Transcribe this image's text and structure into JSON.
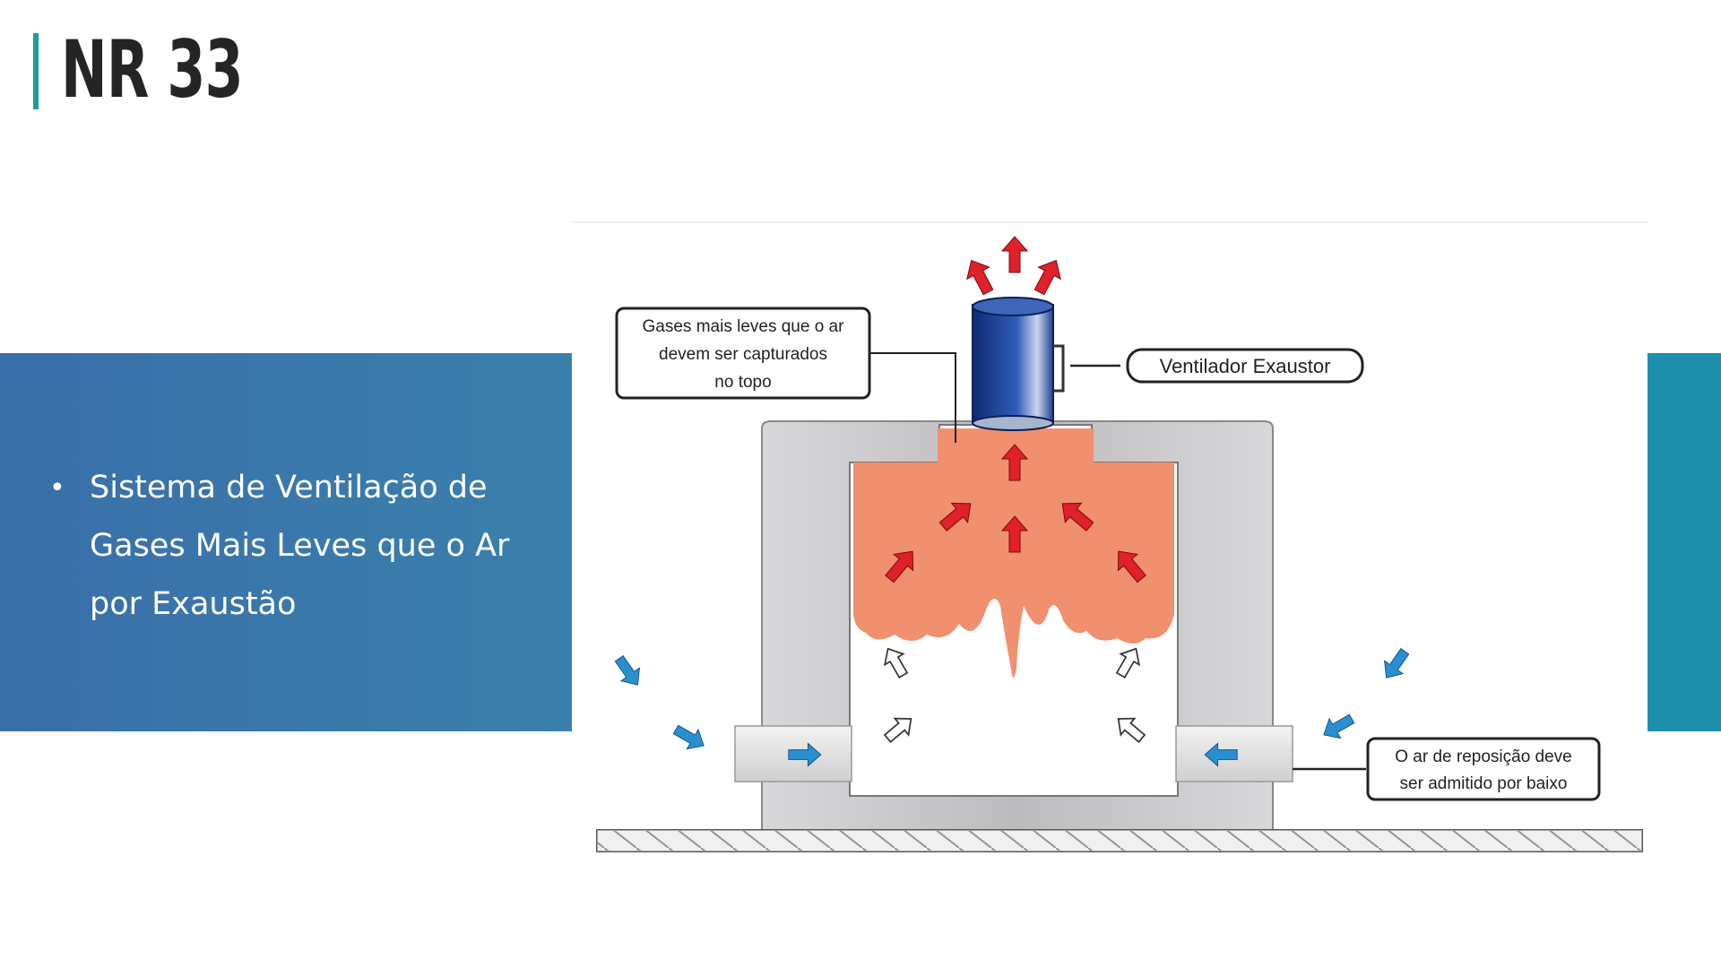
{
  "slide": {
    "title": "NR 33",
    "accent_color": "#1e9aa4",
    "panel_color": "#3a77aa",
    "strip_color": "#1e8fad"
  },
  "bullets": [
    "Sistema de Ventilação de Gases Mais Leves que o Ar por Exaustão"
  ],
  "diagram": {
    "labels": {
      "top_left": [
        "Gases mais leves que o ar",
        "devem ser capturados",
        "no topo"
      ],
      "fan": "Ventilador Exaustor",
      "bottom_right": [
        "O ar de reposição deve",
        "ser admitido por baixo"
      ]
    },
    "colors": {
      "gas": "#f0906f",
      "hot_arrow": "#e0202a",
      "air_arrow": "#2a8fd0",
      "wall": "#c9c9cb",
      "fan_body": "#1c3f8f"
    }
  }
}
